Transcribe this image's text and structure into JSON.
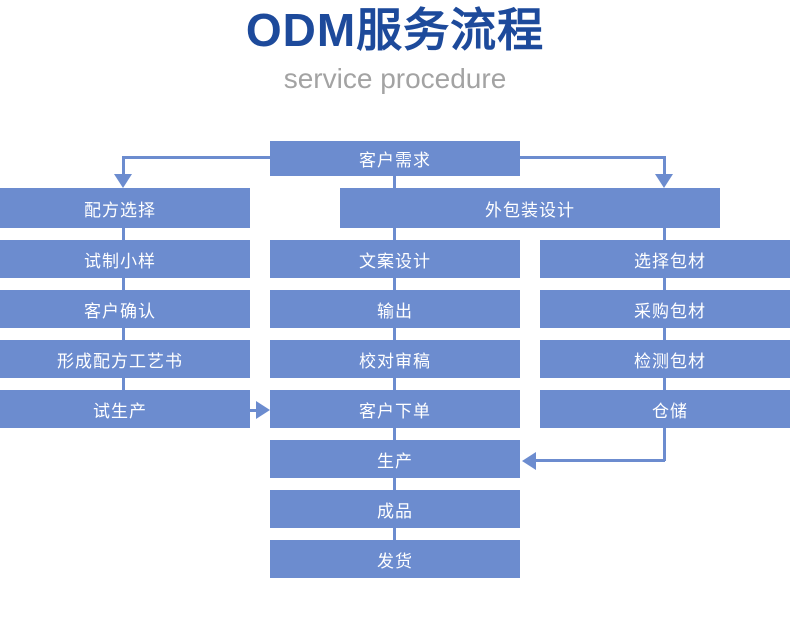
{
  "header": {
    "title": "ODM服务流程",
    "subtitle": "service procedure",
    "title_color": "#1D4A9B",
    "subtitle_color": "#A3A3A3"
  },
  "theme": {
    "node_fill": "#6C8CCF",
    "node_text": "#FFFFFF",
    "connector": "#6C8CCF",
    "background": "#FFFFFF"
  },
  "chart_data": {
    "type": "diagram",
    "title": "ODM服务流程",
    "subtitle": "service procedure",
    "nodes": [
      {
        "id": "n0",
        "label": "客户需求",
        "column": "center",
        "row": 0
      },
      {
        "id": "n1",
        "label": "配方选择",
        "column": "left",
        "row": 1
      },
      {
        "id": "n2",
        "label": "外包装设计",
        "column": "wide",
        "row": 1
      },
      {
        "id": "n3",
        "label": "试制小样",
        "column": "left",
        "row": 2
      },
      {
        "id": "n4",
        "label": "文案设计",
        "column": "center",
        "row": 2
      },
      {
        "id": "n5",
        "label": "选择包材",
        "column": "right",
        "row": 2
      },
      {
        "id": "n6",
        "label": "客户确认",
        "column": "left",
        "row": 3
      },
      {
        "id": "n7",
        "label": "输出",
        "column": "center",
        "row": 3
      },
      {
        "id": "n8",
        "label": "采购包材",
        "column": "right",
        "row": 3
      },
      {
        "id": "n9",
        "label": "形成配方工艺书",
        "column": "left",
        "row": 4
      },
      {
        "id": "n10",
        "label": "校对审稿",
        "column": "center",
        "row": 4
      },
      {
        "id": "n11",
        "label": "检测包材",
        "column": "right",
        "row": 4
      },
      {
        "id": "n12",
        "label": "试生产",
        "column": "left",
        "row": 5
      },
      {
        "id": "n13",
        "label": "客户下单",
        "column": "center",
        "row": 5
      },
      {
        "id": "n14",
        "label": "仓储",
        "column": "right",
        "row": 5
      },
      {
        "id": "n15",
        "label": "生产",
        "column": "center",
        "row": 6
      },
      {
        "id": "n16",
        "label": "成品",
        "column": "center",
        "row": 7
      },
      {
        "id": "n17",
        "label": "发货",
        "column": "center",
        "row": 8
      }
    ],
    "edges": [
      {
        "from": "n0",
        "to": "n1",
        "style": "elbow-left-down",
        "arrow": "down"
      },
      {
        "from": "n0",
        "to": "n2",
        "style": "elbow-right-down",
        "arrow": "down"
      },
      {
        "from": "n1",
        "to": "n3",
        "style": "straight-down",
        "arrow": "none"
      },
      {
        "from": "n3",
        "to": "n6",
        "style": "straight-down",
        "arrow": "none"
      },
      {
        "from": "n6",
        "to": "n9",
        "style": "straight-down",
        "arrow": "none"
      },
      {
        "from": "n9",
        "to": "n12",
        "style": "straight-down",
        "arrow": "none"
      },
      {
        "from": "n12",
        "to": "n13",
        "style": "straight-right",
        "arrow": "right"
      },
      {
        "from": "n2",
        "to": "n4",
        "style": "straight-down",
        "arrow": "none"
      },
      {
        "from": "n4",
        "to": "n7",
        "style": "straight-down",
        "arrow": "none"
      },
      {
        "from": "n7",
        "to": "n10",
        "style": "straight-down",
        "arrow": "none"
      },
      {
        "from": "n10",
        "to": "n13",
        "style": "straight-down",
        "arrow": "none"
      },
      {
        "from": "n13",
        "to": "n15",
        "style": "straight-down",
        "arrow": "none"
      },
      {
        "from": "n15",
        "to": "n16",
        "style": "straight-down",
        "arrow": "none"
      },
      {
        "from": "n16",
        "to": "n17",
        "style": "straight-down",
        "arrow": "none"
      },
      {
        "from": "n2",
        "to": "n5",
        "style": "straight-down",
        "arrow": "none"
      },
      {
        "from": "n5",
        "to": "n8",
        "style": "straight-down",
        "arrow": "none"
      },
      {
        "from": "n8",
        "to": "n11",
        "style": "straight-down",
        "arrow": "none"
      },
      {
        "from": "n11",
        "to": "n14",
        "style": "straight-down",
        "arrow": "none"
      },
      {
        "from": "n14",
        "to": "n15",
        "style": "elbow-down-left",
        "arrow": "left"
      }
    ]
  }
}
